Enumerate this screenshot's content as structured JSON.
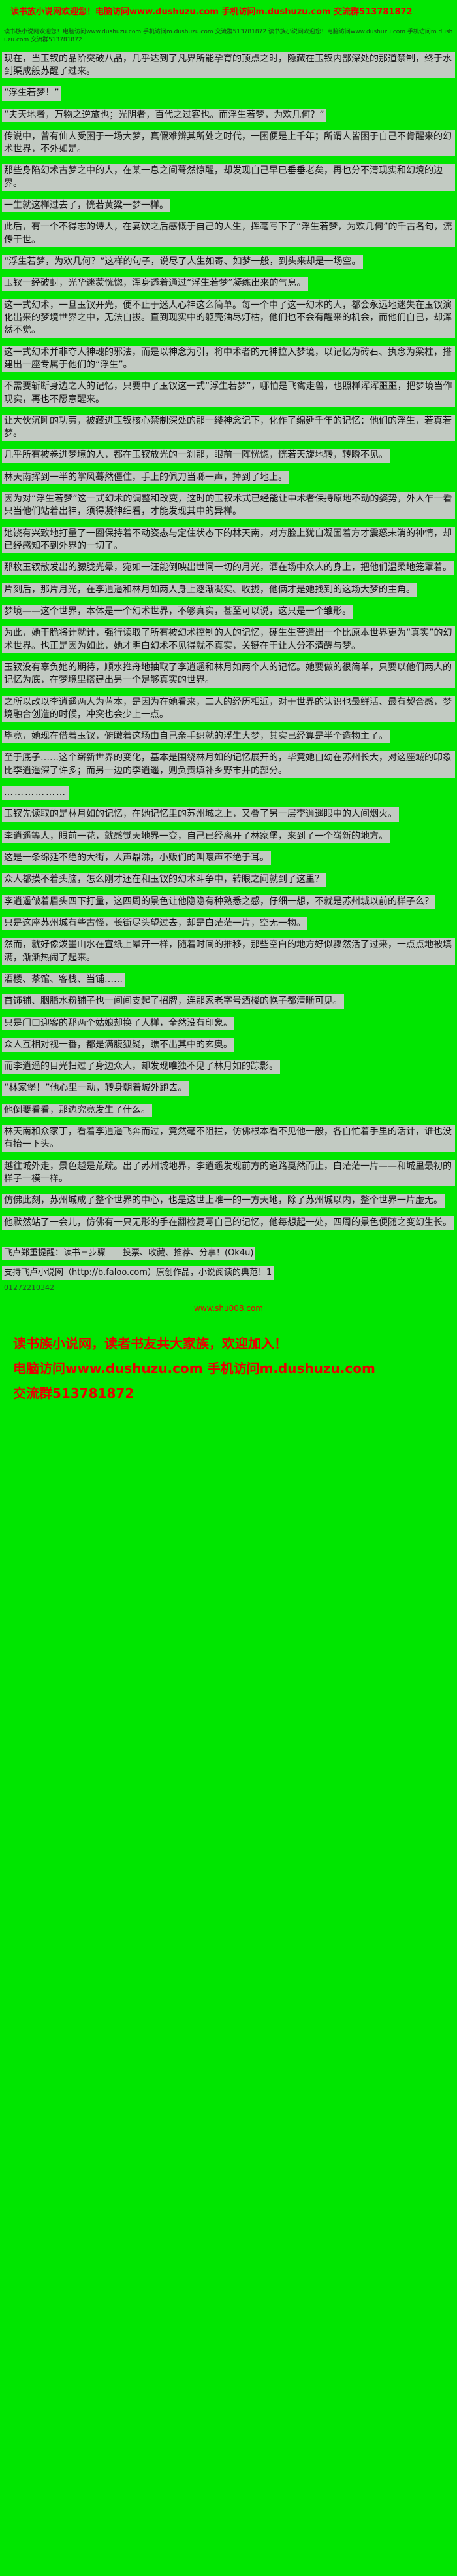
{
  "header": {
    "site_notice_top": "读书族小说网欢迎您！电脑访问www.dushuzu.com 手机访问m.dushuzu.com 交流群513781872",
    "site_notice_small": "读书族小说网欢迎您！电脑访问www.dushuzu.com 手机访问m.dushuzu.com 交流群513781872  读书族小说网欢迎您！电脑访问www.dushuzu.com 手机访问m.dushuzu.com 交流群513781872"
  },
  "novel": {
    "paragraphs": [
      "现在，当玉钗的品阶突破八品，几乎达到了凡界所能孕育的顶点之时，隐藏在玉钗内部深处的那道禁制，终于水到渠成般苏醒了过来。",
      "“浮生若梦！”",
      "“夫天地者，万物之逆旅也；光阴者，百代之过客也。而浮生若梦，为欢几何？”",
      "传说中，曾有仙人受困于一场大梦，真假难辨其所处之时代，一困便是上千年；所谓人皆困于自己不肯醒来的幻术世界，不外如是。",
      "那些身陷幻术古梦之中的人，在某一息之间蓦然惊醒，却发现自己早已垂垂老矣，再也分不清现实和幻境的边界。",
      "一生就这样过去了，恍若黄粱一梦一样。",
      "此后，有一个不得志的诗人，在宴饮之后感慨于自己的人生，挥毫写下了“浮生若梦，为欢几何”的千古名句，流传于世。",
      "“浮生若梦，为欢几何？”这样的句子，说尽了人生如寄、如梦一般，到头来却是一场空。",
      "玉钗一经破封，光华迷蒙恍惚，浑身透着通过“浮生若梦”凝练出来的气息。",
      "这一式幻术，一旦玉钗开光，便不止于迷人心神这么简单。每一个中了这一幻术的人，都会永远地迷失在玉钗演化出来的梦境世界之中，无法自拔。直到现实中的躯壳油尽灯枯，他们也不会有醒来的机会，而他们自己，却浑然不觉。",
      "这一式幻术并非夺人神魂的邪法，而是以神念为引，将中术者的元神拉入梦境，以记忆为砖石、执念为梁柱，搭建出一座专属于他们的“浮生”。",
      "不需要斩断身边之人的记忆，只要中了玉钗这一式“浮生若梦”，哪怕是飞禽走兽，也照样浑浑噩噩，把梦境当作现实，再也不愿意醒来。",
      "让大伙沉睡的功劳，被藏进玉钗核心禁制深处的那一缕神念记下，化作了绵延千年的记忆：他们的浮生，若真若梦。",
      "几乎所有被卷进梦境的人，都在玉钗放光的一刹那，眼前一阵恍惚，恍若天旋地转，转瞬不见。",
      "林天南挥到一半的掌风蓦然僵住，手上的佩刀当啷一声，掉到了地上。",
      "因为对“浮生若梦”这一式幻术的调整和改变，这时的玉钗术式已经能让中术者保持原地不动的姿势，外人乍一看只当他们站着出神，须得凝神细看，才能发现其中的异样。",
      "她饶有兴致地打量了一圈保持着不动姿态与定住状态下的林天南，对方脸上犹自凝固着方才震怒未消的神情，却已经感知不到外界的一切了。",
      "那枚玉钗散发出的朦胧光晕，宛如一汪能倒映出世间一切的月光，洒在场中众人的身上，把他们温柔地笼罩着。",
      "片刻后，那片月光，在李逍遥和林月如两人身上逐渐凝实、收拢，他俩才是她找到的这场大梦的主角。",
      "梦境——这个世界，本体是一个幻术世界，不够真实，甚至可以说，这只是一个雏形。",
      "为此，她干脆将计就计，强行读取了所有被幻术控制的人的记忆，硬生生营造出一个比原本世界更为“真实”的幻术世界。也正是因为如此，她才明白幻术不见得就不真实，关键在于让人分不清醒与梦。",
      "玉钗没有辜负她的期待，顺水推舟地抽取了李逍遥和林月如两个人的记忆。她要做的很简单，只要以他们两人的记忆为底，在梦境里搭建出另一个足够真实的世界。",
      "之所以改以李逍遥两人为蓝本，是因为在她看来，二人的经历相近，对于世界的认识也最鲜活、最有契合感，梦境融合创造的时候，冲突也会少上一点。",
      "毕竟，她现在借着玉钗，俯瞰着这场由自己亲手织就的浮生大梦，其实已经算是半个造物主了。",
      "至于底子……这个崭新世界的变化，基本是围绕林月如的记忆展开的，毕竟她自幼在苏州长大，对这座城的印象比李逍遥深了许多；而另一边的李逍遥，则负责填补乡野市井的部分。",
      "………………",
      "玉钗先读取的是林月如的记忆，在她记忆里的苏州城之上，又叠了另一层李逍遥眼中的人间烟火。",
      "李逍遥等人，眼前一花，就感觉天地界一变，自己已经离开了林家堡，来到了一个崭新的地方。",
      "这是一条绵延不绝的大街，人声鼎沸，小贩们的叫嚷声不绝于耳。",
      "众人都摸不着头脑，怎么刚才还在和玉钗的幻术斗争中，转眼之间就到了这里？",
      "李逍遥皱着眉头四下打量，这四周的景色让他隐隐有种熟悉之感，仔细一想，不就是苏州城以前的样子么？",
      "只是这座苏州城有些古怪，长街尽头望过去，却是白茫茫一片，空无一物。",
      "然而，就好像泼墨山水在宣纸上晕开一样，随着时间的推移，那些空白的地方好似骤然活了过来，一点点地被填满，渐渐热闹了起来。",
      "酒楼、茶馆、客栈、当铺……",
      "首饰铺、胭脂水粉铺子也一间间支起了招牌，连那家老字号酒楼的幌子都清晰可见。",
      "只是门口迎客的那两个姑娘却换了人样，全然没有印象。",
      "众人互相对视一番，都是满腹狐疑，瞧不出其中的玄奥。",
      "而李逍遥的目光扫过了身边众人，却发现唯独不见了林月如的踪影。",
      "“林家堡！”他心里一动，转身朝着城外跑去。",
      "他倒要看看，那边究竟发生了什么。",
      "林天南和众家丁，看着李逍遥飞奔而过，竟然毫不阻拦，仿佛根本看不见他一般，各自忙着手里的活计，谁也没有抬一下头。",
      "越往城外走，景色越是荒疏。出了苏州城地界，李逍遥发现前方的道路戛然而止，白茫茫一片——和城里最初的样子一模一样。",
      "仿佛此刻，苏州城成了整个世界的中心，也是这世上唯一的一方天地，除了苏州城以内，整个世界一片虚无。",
      "他默然站了一会儿，仿佛有一只无形的手在翻检复写自己的记忆，他每想起一处，四周的景色便随之变幻生长。"
    ]
  },
  "footer": {
    "faloo_tip": "飞卢郑重提醒：读书三步骤——投票、收藏、推荐、分享！(Ok4u)",
    "faloo_support": "支持飞卢小说网（http://b.faloo.com）原创作品，小说阅读的典范！1",
    "watermark": "01272210342",
    "watermark_site": "www.shu008.com",
    "promo_line1": "读书族小说网，读者书友共大家族，欢迎加入！",
    "promo_line2": "电脑访问www.dushuzu.com 手机访问m.dushuzu.com",
    "promo_line3": "交流群513781872"
  },
  "colors": {
    "background": "#00e600",
    "paragraph_band": "#c2cac2",
    "text": "#151515",
    "accent_red": "#e80000"
  }
}
